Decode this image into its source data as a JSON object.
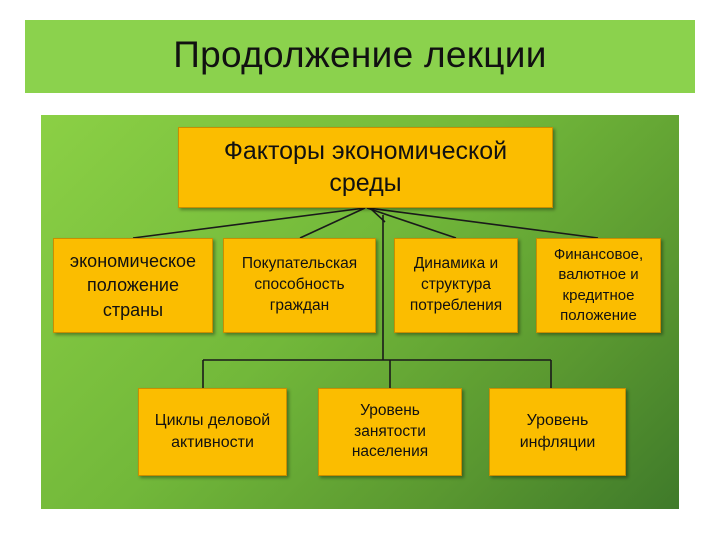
{
  "slide": {
    "title": "Продолжение лекции"
  },
  "diagram": {
    "root": "Факторы экономической\nсреды",
    "level1": [
      "экономическое\nположение\nстраны",
      "Покупательская\nспособность\nграждан",
      "Динамика и\nструктура\nпотребления",
      "Финансовое,\nвалютное и\nкредитное\nположение"
    ],
    "level2": [
      "Циклы деловой\nактивности",
      "Уровень\nзанятости\nнаселения",
      "Уровень\nинфляции"
    ]
  }
}
